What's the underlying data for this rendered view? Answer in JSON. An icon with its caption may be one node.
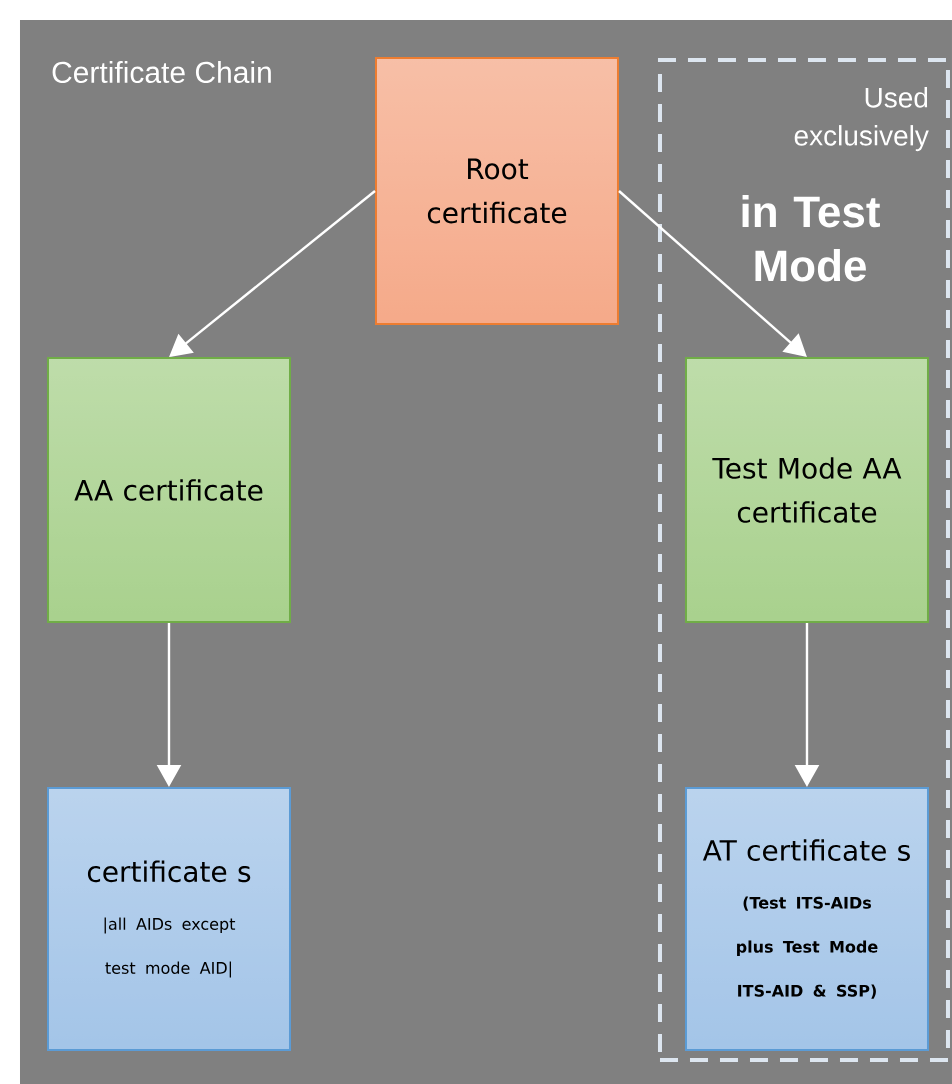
{
  "diagram": {
    "nodes": [
      {
        "text": [
          "Certificate Chain"
        ]
      },
      {
        "text": [
          "Root certificate"
        ],
        "in": 0
      },
      {
        "text": [
          "AA certificate"
        ],
        "in": 0
      },
      {
        "text": [
          "Used exclusively",
          "in Test Mode"
        ],
        "in": 0
      },
      {
        "text": [
          "Test Mode AA certificate"
        ],
        "in": 3
      },
      {
        "text": [
          "certificate s",
          "|all AIDs except test mode AID|"
        ],
        "in": 0
      },
      {
        "text": [
          "AT certificate s",
          "(Test ITS-AIDs plus Test Mode ITS-AID & SSP)"
        ],
        "in": 3
      }
    ],
    "edges": [
      {
        "from": 1,
        "to": 2,
        "arrow": "to"
      },
      {
        "from": 1,
        "to": 4,
        "arrow": "to"
      },
      {
        "from": 2,
        "to": 5,
        "arrow": "to"
      },
      {
        "from": 4,
        "to": 6,
        "arrow": "to"
      }
    ]
  }
}
